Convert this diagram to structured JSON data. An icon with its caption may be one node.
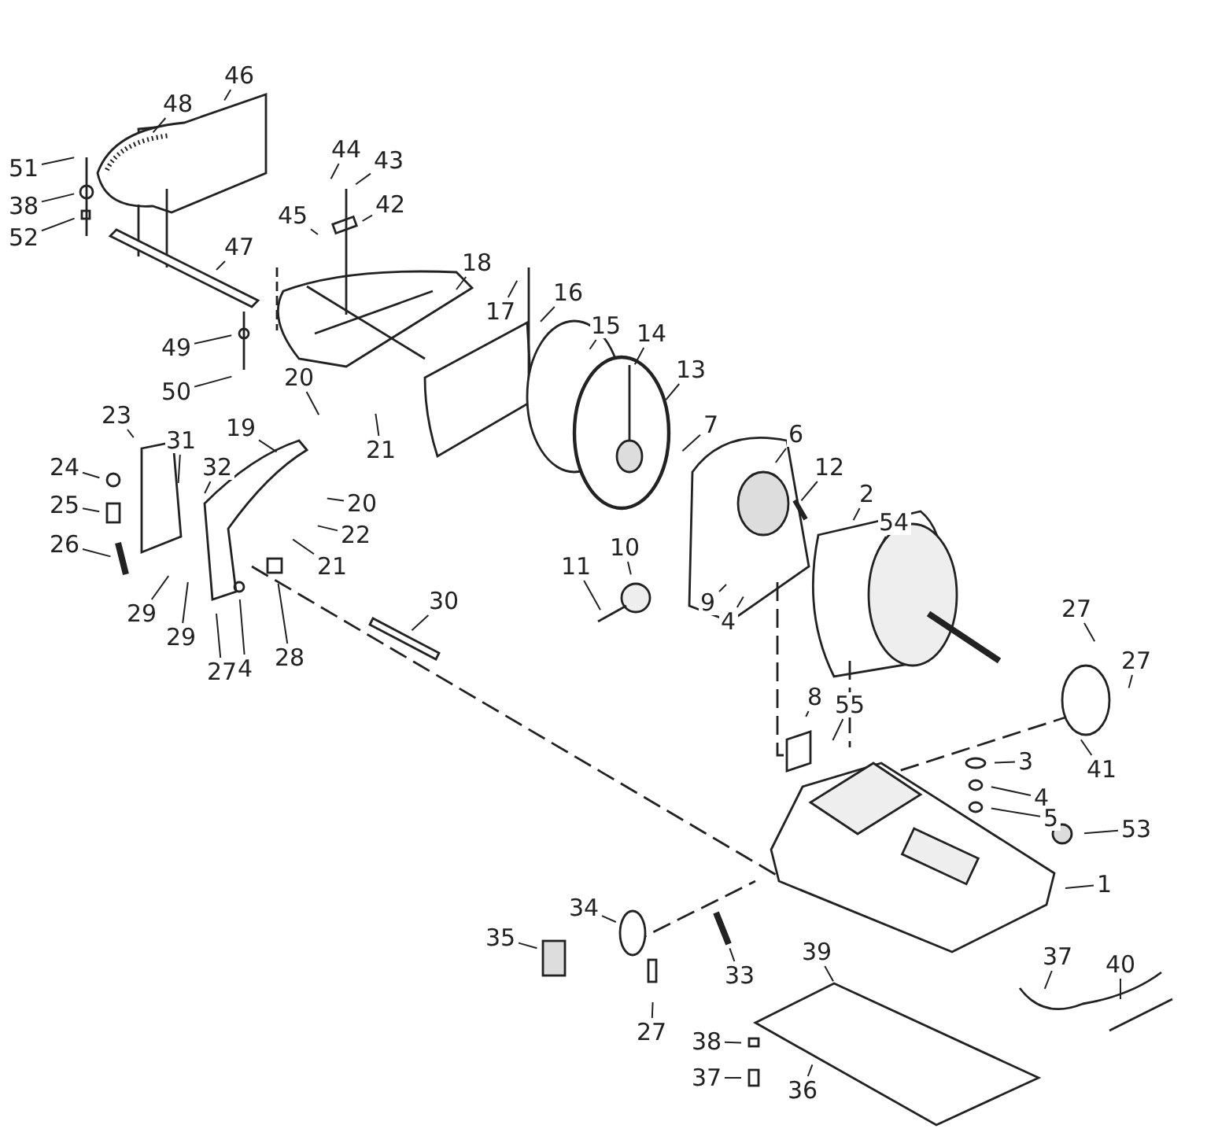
{
  "diagram": {
    "nodes": [
      {
        "text": [
          "48"
        ]
      },
      {
        "text": [
          "46"
        ]
      },
      {
        "text": [
          "51"
        ]
      },
      {
        "text": [
          "38"
        ]
      },
      {
        "text": [
          "52"
        ]
      },
      {
        "text": [
          "44"
        ]
      },
      {
        "text": [
          "43"
        ]
      },
      {
        "text": [
          "42"
        ]
      },
      {
        "text": [
          "45"
        ]
      },
      {
        "text": [
          "47"
        ]
      },
      {
        "text": [
          "18"
        ]
      },
      {
        "text": [
          "17"
        ]
      },
      {
        "text": [
          "16"
        ]
      },
      {
        "text": [
          "15"
        ]
      },
      {
        "text": [
          "14"
        ]
      },
      {
        "text": [
          "13"
        ]
      },
      {
        "text": [
          "49"
        ]
      },
      {
        "text": [
          "50"
        ]
      },
      {
        "text": [
          "20"
        ]
      },
      {
        "text": [
          "21"
        ]
      },
      {
        "text": [
          "19"
        ]
      },
      {
        "text": [
          "23"
        ]
      },
      {
        "text": [
          "31"
        ]
      },
      {
        "text": [
          "32"
        ]
      },
      {
        "text": [
          "24"
        ]
      },
      {
        "text": [
          "25"
        ]
      },
      {
        "text": [
          "26"
        ]
      },
      {
        "text": [
          "20"
        ]
      },
      {
        "text": [
          "22"
        ]
      },
      {
        "text": [
          "21"
        ]
      },
      {
        "text": [
          "29"
        ]
      },
      {
        "text": [
          "29"
        ]
      },
      {
        "text": [
          "27"
        ]
      },
      {
        "text": [
          "4"
        ]
      },
      {
        "text": [
          "28"
        ]
      },
      {
        "text": [
          "30"
        ]
      },
      {
        "text": [
          "7"
        ]
      },
      {
        "text": [
          "6"
        ]
      },
      {
        "text": [
          "12"
        ]
      },
      {
        "text": [
          "2"
        ]
      },
      {
        "text": [
          "54"
        ]
      },
      {
        "text": [
          "11"
        ]
      },
      {
        "text": [
          "10"
        ]
      },
      {
        "text": [
          "9"
        ]
      },
      {
        "text": [
          "4"
        ]
      },
      {
        "text": [
          "27"
        ]
      },
      {
        "text": [
          "27"
        ]
      },
      {
        "text": [
          "41"
        ]
      },
      {
        "text": [
          "8"
        ]
      },
      {
        "text": [
          "55"
        ]
      },
      {
        "text": [
          "3"
        ]
      },
      {
        "text": [
          "4"
        ]
      },
      {
        "text": [
          "5"
        ]
      },
      {
        "text": [
          "53"
        ]
      },
      {
        "text": [
          "1"
        ]
      },
      {
        "text": [
          "34"
        ]
      },
      {
        "text": [
          "35"
        ]
      },
      {
        "text": [
          "33"
        ]
      },
      {
        "text": [
          "27"
        ]
      },
      {
        "text": [
          "39"
        ]
      },
      {
        "text": [
          "38"
        ]
      },
      {
        "text": [
          "37"
        ]
      },
      {
        "text": [
          "36"
        ]
      },
      {
        "text": [
          "37"
        ]
      },
      {
        "text": [
          "40"
        ]
      }
    ],
    "edges": [
      {
        "from": 0,
        "to": null,
        "arrow": "none"
      },
      {
        "from": 1,
        "to": null,
        "arrow": "none"
      },
      {
        "from": 2,
        "to": null,
        "arrow": "none"
      },
      {
        "from": 3,
        "to": null,
        "arrow": "none"
      },
      {
        "from": 4,
        "to": null,
        "arrow": "none"
      },
      {
        "from": 5,
        "to": null,
        "arrow": "none"
      },
      {
        "from": 6,
        "to": null,
        "arrow": "none"
      },
      {
        "from": 7,
        "to": null,
        "arrow": "none"
      },
      {
        "from": 8,
        "to": null,
        "arrow": "none"
      },
      {
        "from": 9,
        "to": null,
        "arrow": "none"
      },
      {
        "from": 10,
        "to": null,
        "arrow": "none"
      },
      {
        "from": 11,
        "to": null,
        "arrow": "none"
      },
      {
        "from": 12,
        "to": null,
        "arrow": "none"
      },
      {
        "from": 13,
        "to": null,
        "arrow": "none"
      },
      {
        "from": 14,
        "to": null,
        "arrow": "none"
      },
      {
        "from": 15,
        "to": null,
        "arrow": "none"
      },
      {
        "from": 16,
        "to": null,
        "arrow": "none"
      },
      {
        "from": 17,
        "to": null,
        "arrow": "none"
      },
      {
        "from": 18,
        "to": null,
        "arrow": "none"
      },
      {
        "from": 19,
        "to": null,
        "arrow": "none"
      },
      {
        "from": 20,
        "to": null,
        "arrow": "none"
      },
      {
        "from": 21,
        "to": null,
        "arrow": "none"
      },
      {
        "from": 22,
        "to": null,
        "arrow": "none"
      },
      {
        "from": 23,
        "to": null,
        "arrow": "none"
      },
      {
        "from": 24,
        "to": null,
        "arrow": "none"
      },
      {
        "from": 25,
        "to": null,
        "arrow": "none"
      },
      {
        "from": 26,
        "to": null,
        "arrow": "none"
      },
      {
        "from": 27,
        "to": null,
        "arrow": "none"
      },
      {
        "from": 28,
        "to": null,
        "arrow": "none"
      },
      {
        "from": 29,
        "to": null,
        "arrow": "none"
      },
      {
        "from": 30,
        "to": null,
        "arrow": "none"
      },
      {
        "from": 31,
        "to": null,
        "arrow": "none"
      },
      {
        "from": 32,
        "to": null,
        "arrow": "none"
      },
      {
        "from": 33,
        "to": null,
        "arrow": "none"
      },
      {
        "from": 34,
        "to": null,
        "arrow": "none"
      },
      {
        "from": 35,
        "to": null,
        "arrow": "none"
      },
      {
        "from": 36,
        "to": null,
        "arrow": "none"
      },
      {
        "from": 37,
        "to": null,
        "arrow": "none"
      },
      {
        "from": 38,
        "to": null,
        "arrow": "none"
      },
      {
        "from": 39,
        "to": null,
        "arrow": "none"
      },
      {
        "from": 40,
        "to": null,
        "arrow": "none"
      },
      {
        "from": 41,
        "to": null,
        "arrow": "none"
      },
      {
        "from": 42,
        "to": null,
        "arrow": "none"
      },
      {
        "from": 43,
        "to": null,
        "arrow": "none"
      },
      {
        "from": 44,
        "to": null,
        "arrow": "none"
      },
      {
        "from": 45,
        "to": null,
        "arrow": "none"
      },
      {
        "from": 46,
        "to": null,
        "arrow": "none"
      },
      {
        "from": 47,
        "to": null,
        "arrow": "none"
      },
      {
        "from": 48,
        "to": null,
        "arrow": "none"
      },
      {
        "from": 49,
        "to": null,
        "arrow": "none"
      },
      {
        "from": 50,
        "to": null,
        "arrow": "none"
      },
      {
        "from": 51,
        "to": null,
        "arrow": "none"
      },
      {
        "from": 52,
        "to": null,
        "arrow": "none"
      },
      {
        "from": 53,
        "to": null,
        "arrow": "none"
      },
      {
        "from": 54,
        "to": null,
        "arrow": "none"
      },
      {
        "from": 55,
        "to": null,
        "arrow": "none"
      },
      {
        "from": 56,
        "to": null,
        "arrow": "none"
      },
      {
        "from": 57,
        "to": null,
        "arrow": "none"
      },
      {
        "from": 58,
        "to": null,
        "arrow": "none"
      },
      {
        "from": 59,
        "to": null,
        "arrow": "none"
      },
      {
        "from": 60,
        "to": null,
        "arrow": "none"
      },
      {
        "from": 61,
        "to": null,
        "arrow": "none"
      },
      {
        "from": 62,
        "to": null,
        "arrow": "none"
      },
      {
        "from": 63,
        "to": null,
        "arrow": "none"
      },
      {
        "from": 64,
        "to": null,
        "arrow": "none"
      }
    ]
  }
}
